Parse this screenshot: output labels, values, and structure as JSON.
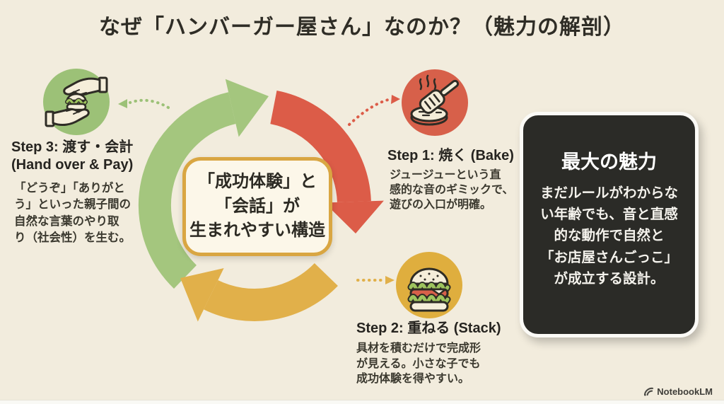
{
  "title": "なぜ「ハンバーガー屋さん」なのか？（魅力の解剖）",
  "center_box": {
    "text": "「成功体験」と\n「会話」が\n生まれやすい構造"
  },
  "steps": [
    {
      "id": "step1",
      "label": "Step 1: 焼く (Bake)",
      "description": "ジュージューという直\n感的な音のギミックで、\n遊びの入口が明確。",
      "color": "#d7604a",
      "icon": "grill-spatula-icon"
    },
    {
      "id": "step2",
      "label": "Step 2: 重ねる (Stack)",
      "description": "具材を積むだけで完成形\nが見える。小さな子でも\n成功体験を得やすい。",
      "color": "#dfae3e",
      "icon": "hamburger-icon"
    },
    {
      "id": "step3",
      "label": "Step 3: 渡す・会計\n(Hand over & Pay)",
      "description": "「どうぞ」「ありがと\nう」といった親子間の\n自然な言葉のやり取\nり（社会性）を生む。",
      "color": "#9cc177",
      "icon": "hands-exchange-icon"
    }
  ],
  "highlight_panel": {
    "title": "最大の魅力",
    "body": "まだルールがわからな\nい年齢でも、音と直感\n的な動作で自然と\n「お店屋さんごっこ」\nが成立する設計。"
  },
  "footer": {
    "brand": "NotebookLM"
  },
  "colors": {
    "background": "#f2ecdd",
    "title_text": "#2f2d26",
    "arc_green": "#a4c67e",
    "arc_red": "#dc5c48",
    "arc_gold": "#e1b04a",
    "step1_red": "#d7604a",
    "step2_gold": "#dfae3e",
    "step3_green": "#9cc177",
    "center_box_bg": "#fcf7e9",
    "center_box_border": "#d9a642",
    "panel_bg": "#2b2b27",
    "panel_border": "#fbfaf6",
    "panel_text": "#f4f2ec"
  }
}
